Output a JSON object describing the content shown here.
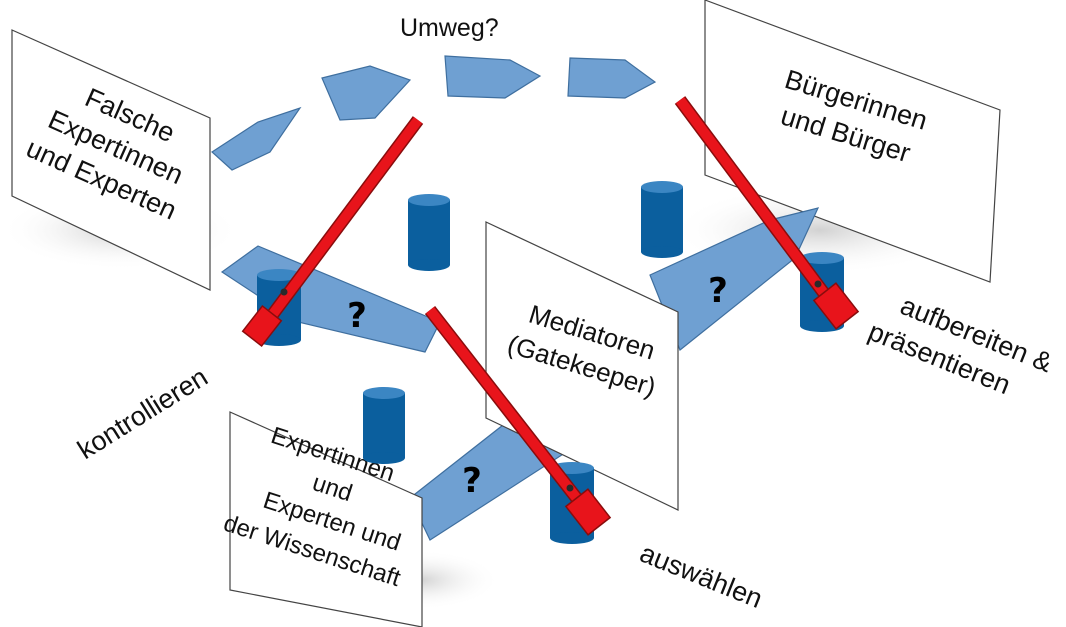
{
  "diagram": {
    "title_path": "Umweg?",
    "panels": {
      "falsche": [
        "Falsche",
        "Expertinnen",
        "und Experten"
      ],
      "buerger": [
        "Bürgerinnen",
        "und Bürger"
      ],
      "mediatoren": [
        "Mediatoren",
        "(Gatekeeper)"
      ],
      "wissenschaft": [
        "Expertinnen",
        "und",
        "Experten und",
        "der Wissenschaft"
      ]
    },
    "question_marks": [
      "?",
      "?",
      "?"
    ],
    "actions": {
      "kontrollieren": "kontrollieren",
      "auswaehlen": "auswählen",
      "aufbereiten_line1": "aufbereiten &",
      "aufbereiten_line2": "präsentieren"
    },
    "colors": {
      "arrow_fill": "#6fa0d2",
      "arrow_stroke": "#3f6f9f",
      "cylinder": "#0b5f9e",
      "barrier": "#e8141b",
      "barrier_stroke": "#8a0c0c",
      "panel_stroke": "#444444"
    }
  }
}
